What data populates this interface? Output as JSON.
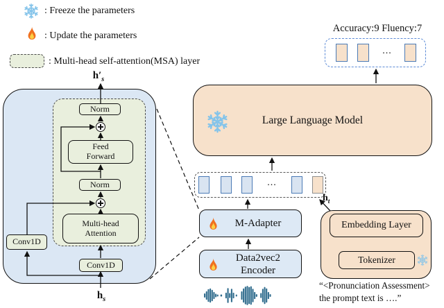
{
  "legend": {
    "freeze_label": ": Freeze the parameters",
    "update_label": ": Update the parameters",
    "msa_label": ": Multi-head self-attention(MSA) layer"
  },
  "adapter_block": {
    "output_var_base": "h′",
    "output_var_sub": "s",
    "input_var_base": "h",
    "input_var_sub": "s",
    "norm_top": "Norm",
    "feed_forward": "Feed Forward",
    "norm_mid": "Norm",
    "attention": "Multi-head Attention",
    "conv_left": "Conv1D",
    "conv_main": "Conv1D"
  },
  "output_row": {
    "scores": "Accuracy:9 Fluency:7",
    "ellipsis": "..."
  },
  "llm": {
    "label": "Large Language Model"
  },
  "token_row": {
    "ellipsis": "...",
    "text_var_base": "h",
    "text_var_sub": "t"
  },
  "speech_branch": {
    "adapter_label": "M-Adapter",
    "encoder_label": "Data2vec2 Encoder"
  },
  "text_branch": {
    "embedding_label": "Embedding Layer",
    "tokenizer_label": "Tokenizer",
    "prompt_line1": "“<Pronunciation Assessment>",
    "prompt_line2": "the prompt text is ….”"
  },
  "colors": {
    "panel_blue": "#dbe7f4",
    "msa_green": "#e9efdd",
    "peach": "#f7e1cb",
    "module_blue": "#dde9f5",
    "token_blue_fill": "#d9e4f1",
    "token_blue_border": "#4a7ab5",
    "output_dash_border": "#5b8ad6",
    "waveform": "#2e6b8c",
    "snowflake": "#85c4ea",
    "flame_outer": "#f0701f",
    "flame_inner": "#fcd045"
  }
}
